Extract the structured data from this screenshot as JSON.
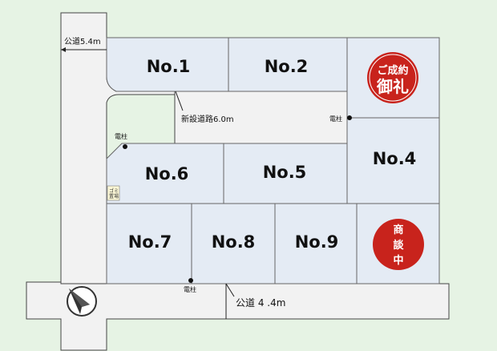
{
  "roads": {
    "public_road_top": "公道5.4m",
    "new_road": "新設道路6.0m",
    "public_road_bottom": "公道 4 .4m"
  },
  "lots": [
    {
      "id": "lot-1",
      "label": "No.1"
    },
    {
      "id": "lot-2",
      "label": "No.2"
    },
    {
      "id": "lot-4",
      "label": "No.4"
    },
    {
      "id": "lot-5",
      "label": "No.5"
    },
    {
      "id": "lot-6",
      "label": "No.6"
    },
    {
      "id": "lot-7",
      "label": "No.7"
    },
    {
      "id": "lot-8",
      "label": "No.8"
    },
    {
      "id": "lot-9",
      "label": "No.9"
    }
  ],
  "utility_poles": [
    {
      "id": "pole-top-right",
      "label": "電柱"
    },
    {
      "id": "pole-left",
      "label": "電柱"
    },
    {
      "id": "pole-bottom",
      "label": "電柱"
    }
  ],
  "garbage_area": {
    "line1": "ゴミ",
    "line2": "置場"
  },
  "stamps": {
    "sold": {
      "top": "ご成約",
      "bottom": "御礼",
      "color": "#c8231c"
    },
    "negotiation": {
      "chars": [
        "商",
        "談",
        "中"
      ],
      "color": "#c8231c"
    }
  },
  "colors": {
    "background": "#e6f3e4",
    "lot_fill": "#e4ebf4",
    "road_fill": "#f2f2f2",
    "line": "#333333"
  }
}
